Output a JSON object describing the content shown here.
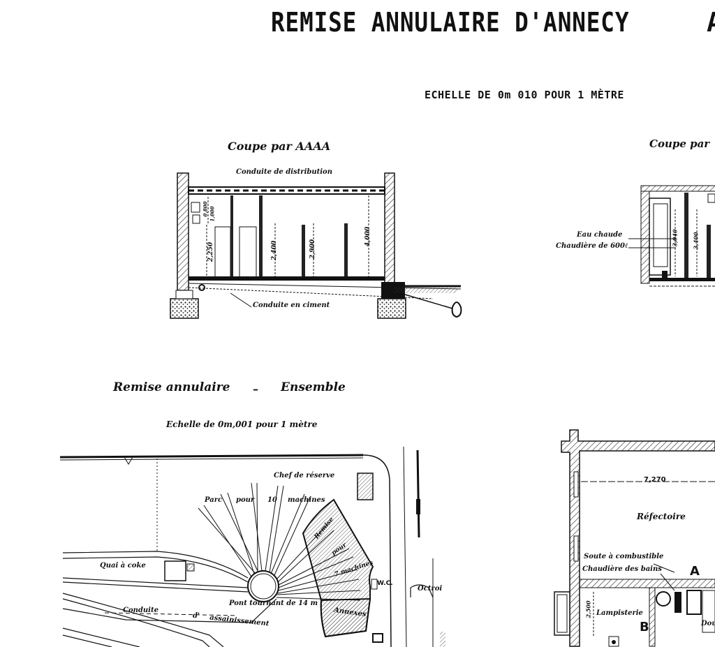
{
  "header": {
    "title": "REMISE ANNULAIRE D'ANNECY",
    "title_cut": "A",
    "scale": "ECHELLE DE 0m 010 POUR 1 MÈTRE"
  },
  "section_aaaa": {
    "title": "Coupe par AAAA",
    "labels": {
      "conduite_distribution": "Conduite de distribution",
      "conduite_ciment": "Conduite en ciment"
    },
    "dimensions": [
      "2,250",
      "2,400",
      "2,900",
      "4,000",
      "0,800",
      "1,000"
    ]
  },
  "section_right": {
    "title": "Coupe par",
    "labels": {
      "eau_chaude": "Eau chaude",
      "chaudiere": "Chaudière de 600ℓ"
    },
    "dimensions": [
      "3,040",
      "3,400"
    ]
  },
  "ensemble": {
    "title": "Remise annulaire",
    "dash": "–",
    "subtitle": "Ensemble",
    "scale": "Echelle de 0m,001 pour 1 mètre",
    "labels": {
      "chef_reserve": "Chef de réserve",
      "parc_1": "Parc",
      "parc_2": "pour",
      "parc_3": "10",
      "parc_4": "machines",
      "quai_coke": "Quai à coke",
      "pont_tournant": "Pont tournant de 14 m",
      "conduite": "Conduite",
      "assainissement_1": "d'",
      "assainissement_2": "assainissement",
      "remise": "Remise",
      "pour": "pour",
      "machines": "7 machines",
      "annexes": "Annexes",
      "wc": "W.C.",
      "octroi": "Octroi"
    }
  },
  "annex_plan": {
    "labels": {
      "dimension": "7,270",
      "refectoire": "Réfectoire",
      "soute": "Soute à combustible",
      "chaudiere_bains": "Chaudière des bains",
      "lampisterie": "Lampisterie",
      "dimension_lamp": "2,500",
      "section_a": "A",
      "section_b": "B",
      "dou": "Dou"
    }
  }
}
